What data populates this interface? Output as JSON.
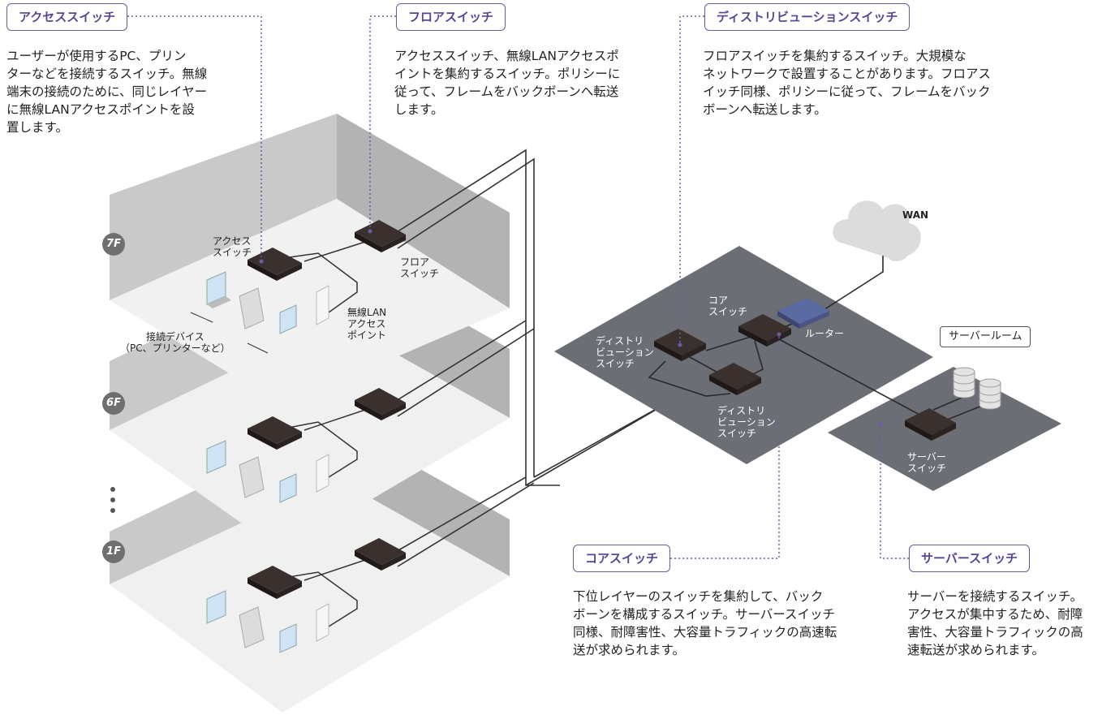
{
  "callouts": {
    "access": {
      "title": "アクセススイッチ",
      "body": "ユーザーが使用するPC、プリン\nターなどを接続するスイッチ。無線\n端末の接続のために、同じレイヤー\nに無線LANアクセスポイントを設\n置します。"
    },
    "floor": {
      "title": "フロアスイッチ",
      "body": "アクセススイッチ、無線LANアクセスポ\nイントを集約するスイッチ。ポリシーに\n従って、フレームをバックボーンへ転送\nします。"
    },
    "distribution": {
      "title": "ディストリビューションスイッチ",
      "body": "フロアスイッチを集約するスイッチ。大規模な\nネットワークで設置することがあります。フロアス\nイッチ同様、ポリシーに従って、フレームをバック\nボーンへ転送します。"
    },
    "core": {
      "title": "コアスイッチ",
      "body": "下位レイヤーのスイッチを集約して、バック\nボーンを構成するスイッチ。サーバースイッチ\n同様、耐障害性、大容量トラフィックの高速転\n送が求められます。"
    },
    "server": {
      "title": "サーバースイッチ",
      "body": "サーバーを接続するスイッチ。\nアクセスが集中するため、耐障\n害性、大容量トラフィックの高\n速転送が求められます。"
    }
  },
  "labels": {
    "access_switch": "アクセス\nスイッチ",
    "floor_switch": "フロア\nスイッチ",
    "wireless_ap": "無線LAN\nアクセス\nポイント",
    "devices": "接続デバイス\n（PC、プリンターなど）",
    "dist_switch_1": "ディストリ\nビューション\nスイッチ",
    "dist_switch_2": "ディストリ\nビューション\nスイッチ",
    "core_switch": "コア\nスイッチ",
    "router": "ルーター",
    "wan": "WAN",
    "server_room": "サーバールーム",
    "server_switch": "サーバー\nスイッチ"
  },
  "floors": [
    "7F",
    "6F",
    "1F"
  ],
  "colors": {
    "accent": "#6c5aa3",
    "wall": "#c4c4c4",
    "floor": "#f1f1f1",
    "platform": "#6b6e74",
    "switch": "#2a2423",
    "router": "#4d5a8a"
  }
}
